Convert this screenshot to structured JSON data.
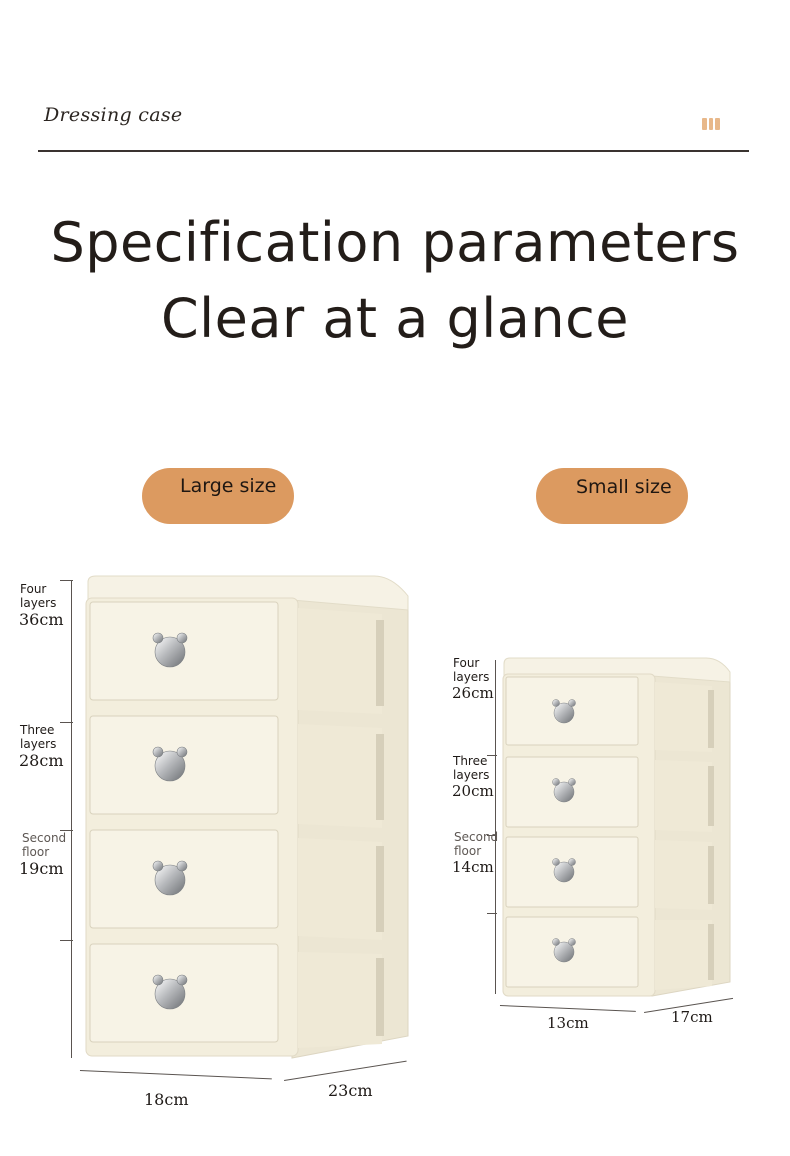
{
  "header": {
    "brand": "Dressing case",
    "icon": "bars-icon"
  },
  "headline": {
    "line1": "Specification parameters",
    "line2": "Clear at a glance"
  },
  "sizes": {
    "large": {
      "pill": "Large size",
      "labels": [
        {
          "name": "Four layers",
          "value": "36cm"
        },
        {
          "name": "Three layers",
          "value": "28cm"
        },
        {
          "name": "Second floor",
          "value": "19cm"
        }
      ],
      "width": "18cm",
      "depth": "23cm"
    },
    "small": {
      "pill": "Small size",
      "labels": [
        {
          "name": "Four layers",
          "value": "26cm"
        },
        {
          "name": "Three layers",
          "value": "20cm"
        },
        {
          "name": "Second floor",
          "value": "14cm"
        }
      ],
      "width": "13cm",
      "depth": "17cm"
    }
  },
  "colors": {
    "accent": "#dc9a60",
    "body": "#f4efdf",
    "text": "#231d19"
  }
}
